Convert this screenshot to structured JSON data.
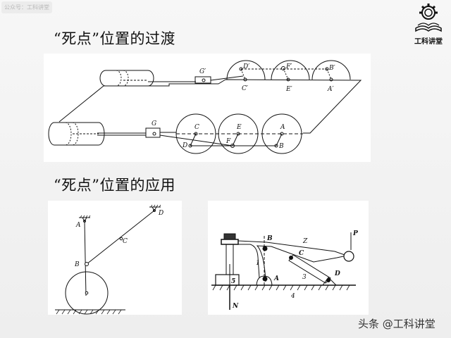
{
  "watermark": "公众号：工科讲堂",
  "logo_text": "工科讲堂",
  "title1": "“死点”位置的过渡",
  "title2": "“死点”位置的应用",
  "diagram1": {
    "labels": {
      "G1": "G′",
      "D1": "D′",
      "F1": "F′",
      "B1": "B′",
      "C1": "C′",
      "E1": "E′",
      "A1": "A′",
      "G": "G",
      "C": "C",
      "E": "E",
      "A": "A",
      "D": "D",
      "F": "F",
      "B": "B"
    }
  },
  "diagram2": {
    "labels": {
      "A": "A",
      "B": "B",
      "C": "C",
      "D": "D"
    }
  },
  "diagram3": {
    "labels": {
      "B": "B",
      "Z": "Z",
      "P": "P",
      "C": "C",
      "n1": "1",
      "A": "A",
      "n3": "3",
      "D": "D",
      "n5": "5",
      "n4": "4",
      "N": "N"
    }
  },
  "footer": "头条 @工科讲堂"
}
